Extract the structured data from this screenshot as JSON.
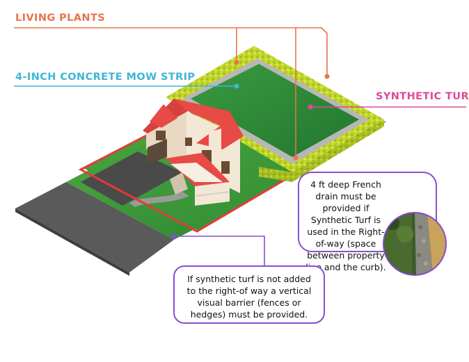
{
  "labels": {
    "living_plants": "LIVING PLANTS",
    "mow_strip": "4-INCH CONCRETE MOW STRIP",
    "synthetic_turf": "SYNTHETIC TURF"
  },
  "notes": {
    "french_drain": "4 ft deep French drain must be provided if Synthetic Turf is used in the Right-of-way (space between property line and the curb).",
    "visual_barrier": "If synthetic turf is not added to the right-of way a vertical visual barrier (fences or hedges) must be provided."
  },
  "colors": {
    "living_plants": "#e8734a",
    "mow_strip": "#3fb6d8",
    "synthetic_turf": "#e0489a",
    "callout": "#8a4bd6",
    "property_line": "#e53a3a",
    "hedge": "#c6d92c",
    "turf": "#2f8f3a"
  },
  "icons": {
    "drain_photo": "french-drain-photo"
  }
}
